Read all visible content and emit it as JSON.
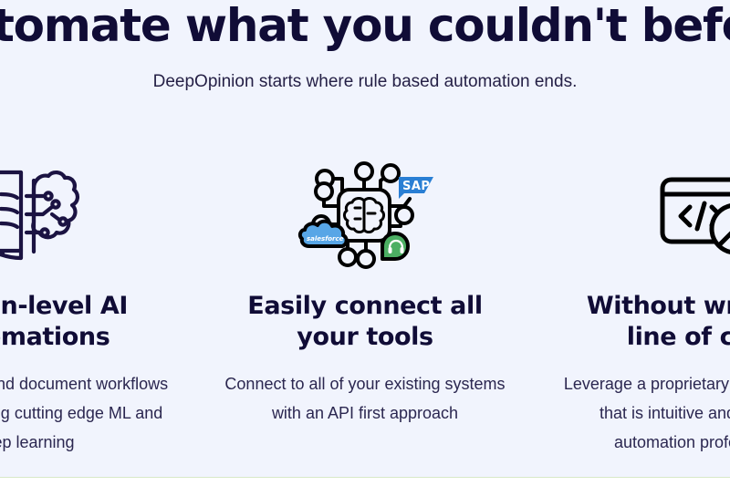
{
  "hero": {
    "headline": "Automate what you couldn't before",
    "subtitle": "DeepOpinion starts where rule based automation ends."
  },
  "features": [
    {
      "icon_name": "book-brain-icon",
      "title": "Human-level AI automations",
      "body": "Automate text and document workflows end-to-end using cutting edge ML and deep learning"
    },
    {
      "icon_name": "brain-network-integrations-icon",
      "title": "Easily connect all your tools",
      "body": "Connect to all of your existing systems with an API first approach",
      "logos": [
        {
          "name": "sap-logo",
          "label": "SAP",
          "color": "#2a7fd4"
        },
        {
          "name": "salesforce-logo",
          "label": "salesforce",
          "color": "#58a6e6"
        },
        {
          "name": "headset-support-logo",
          "label": "",
          "color": "#4caf63"
        }
      ]
    },
    {
      "icon_name": "no-code-window-icon",
      "title": "Without writing a line of code",
      "body": "Leverage a proprietary no-code engine that is intuitive and simple for automation professionals"
    }
  ],
  "colors": {
    "background": "#f1f4fd",
    "heading": "#100c36",
    "body_text": "#2b2750",
    "icon_stroke_dark": "#1b1342",
    "icon_stroke_black": "#000000"
  }
}
